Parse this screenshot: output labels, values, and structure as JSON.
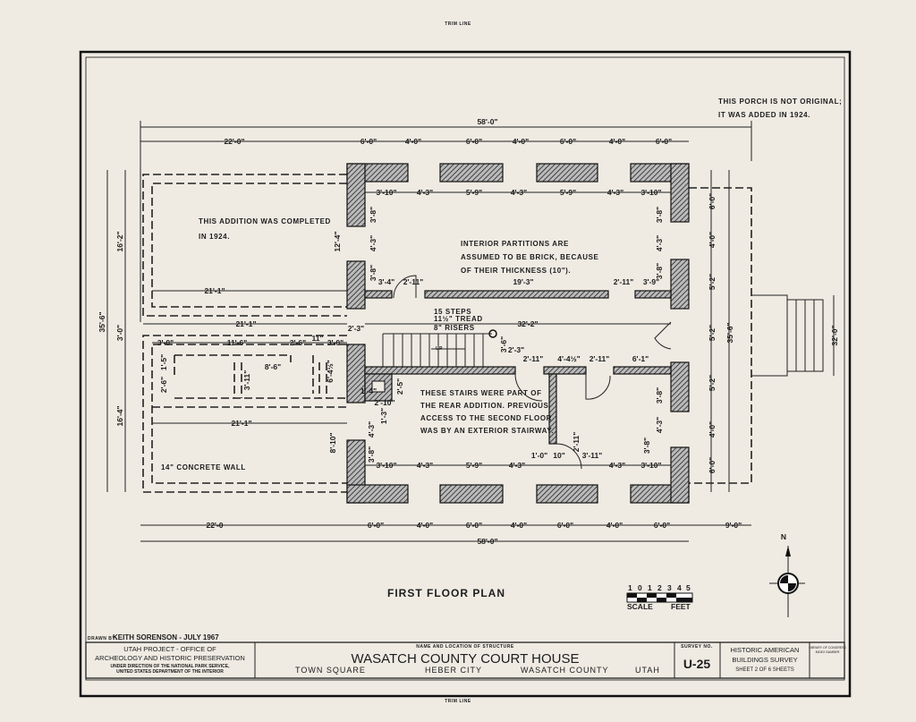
{
  "trim_line": "TRIM LINE",
  "drawing_title": "FIRST FLOOR PLAN",
  "scale": {
    "ticks": [
      "1",
      "0",
      "1",
      "2",
      "3",
      "4",
      "5"
    ],
    "label": "SCALE",
    "unit": "FEET"
  },
  "north": "N",
  "notes": {
    "porch": [
      "THIS PORCH IS NOT ORIGINAL;",
      "IT WAS ADDED IN 1924."
    ],
    "addition": [
      "THIS ADDITION WAS COMPLETED",
      "IN 1924."
    ],
    "partitions": [
      "INTERIOR PARTITIONS ARE",
      "ASSUMED TO BE BRICK, BECAUSE",
      "OF THEIR THICKNESS (10\")."
    ],
    "stairs": [
      "THESE STAIRS WERE PART OF",
      "THE REAR ADDITION.  PREVIOUS",
      "ACCESS TO THE SECOND FLOOR",
      "WAS BY AN EXTERIOR STAIRWAY."
    ],
    "concrete": "14\" CONCRETE WALL",
    "stair_info": [
      "15 STEPS",
      "11½\" TREAD",
      "8\" RISERS"
    ],
    "up": "UP"
  },
  "dims": {
    "overall_top": "58'-0\"",
    "overall_bottom": "58'-0\"",
    "top": [
      "22'-0\"",
      "6'-0\"",
      "4'-0\"",
      "6'-0\"",
      "4'-0\"",
      "6'-0\"",
      "4'-0\"",
      "6'-0\""
    ],
    "top_interior": [
      "3'-10\"",
      "4'-3\"",
      "5'-9\"",
      "4'-3\"",
      "5'-9\"",
      "4'-3\"",
      "3'-10\""
    ],
    "bottom": [
      "22'-0",
      "6'-0\"",
      "4'-0\"",
      "6'-0\"",
      "4'-0\"",
      "6'-0\"",
      "4'-0\"",
      "6'-0\"",
      "9'-0\""
    ],
    "bottom_interior": [
      "3'-10\"",
      "4'-3\"",
      "5'-9\"",
      "4'-3\"",
      "1'-0\"",
      "10\"",
      "3'-11\"",
      "4'-3\"",
      "3'-10\""
    ],
    "left": [
      "35'-6\"",
      "16'-2\"",
      "3'-0\"",
      "16'-4\""
    ],
    "right": [
      "6'-0\"",
      "4'-0\"",
      "5'-2\"",
      "5'-2\"",
      "5'-2\"",
      "4'-0\"",
      "6'-0\"",
      "35'-6\"",
      "32'-0\""
    ],
    "addition": [
      "21'-1\"",
      "21'-1\"",
      "21'-1\"",
      "3'-0\"",
      "11'-6\"",
      "2'-6\"",
      "11\"",
      "3'-0\"",
      "8'-6\"",
      "3'-11\"",
      "6'-4½\"",
      "2'-6\"",
      "1'-5\"",
      "1'-4\"",
      "8'-10\"",
      "12'-4\""
    ],
    "interior": [
      "19'-3\"",
      "32'-2\"",
      "3'-4\"",
      "2'-11\"",
      "2'-11\"",
      "3'-9\"",
      "2'-3\"",
      "2'-11\"",
      "4'-4½\"",
      "2'-11\"",
      "6'-1\"",
      "2'-3\"",
      "3'-6\"",
      "3'-8\"",
      "4'-3\"",
      "3'-8\"",
      "3'-8\"",
      "4'-3\"",
      "3'-8\"",
      "2'-5\"",
      "2'-10\"",
      "1'-3\"",
      "4'-3\"",
      "3'-8\"",
      "3'-8\"",
      "4'-3\"",
      "3'-8\"",
      "2'-11\""
    ]
  },
  "title_block": {
    "drawn_by_label": "DRAWN BY:",
    "drawn_by": "KEITH  SORENSON  -  JULY  1967",
    "org": [
      "UTAH  PROJECT - OFFICE OF",
      "ARCHEOLOGY  AND  HISTORIC  PRESERVATION",
      "UNDER DIRECTION OF THE NATIONAL PARK SERVICE,",
      "UNITED STATES DEPARTMENT OF THE INTERIOR"
    ],
    "name_label": "NAME AND LOCATION OF STRUCTURE",
    "structure_name": "WASATCH COUNTY COURT HOUSE",
    "location": [
      "TOWN SQUARE",
      "HEBER CITY",
      "WASATCH    COUNTY",
      "UTAH"
    ],
    "survey_label": "SURVEY NO.",
    "survey_no": "U-25",
    "habs": [
      "HISTORIC AMERICAN",
      "BUILDINGS SURVEY",
      "SHEET  2  OF  6  SHEETS"
    ],
    "library": [
      "LIBRARY OF CONGRESS",
      "INDEX NUMBER"
    ]
  }
}
